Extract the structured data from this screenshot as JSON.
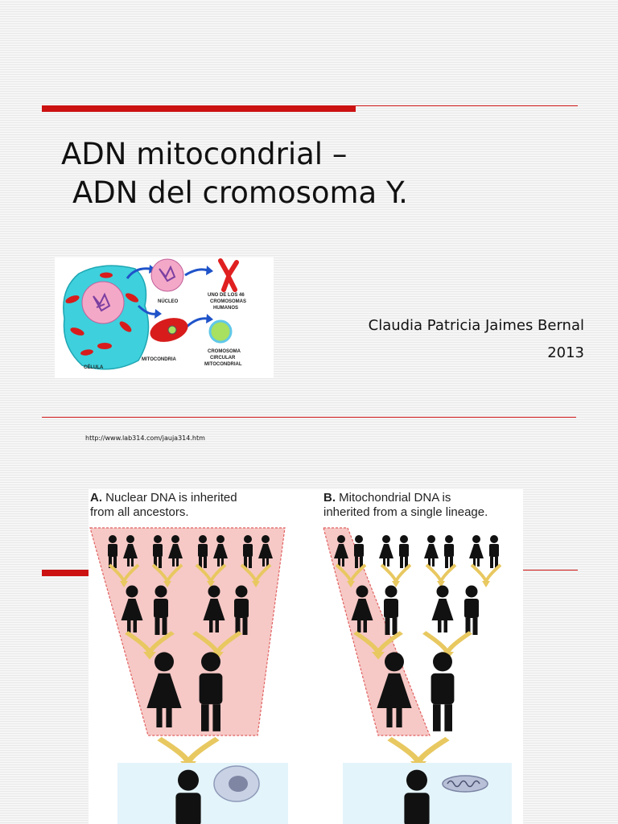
{
  "slide": {
    "title_line1": "ADN mitocondrial –",
    "title_line2": "ADN del cromosoma Y.",
    "author": "Claudia Patricia Jaimes Bernal",
    "year": "2013",
    "source_url": "http://www.lab314.com/jauja314.htm"
  },
  "cell_diagram": {
    "cell_label": "CÉLULA",
    "nucleus_label": "NÚCLEO",
    "mitochondria_label": "MITOCONDRIA",
    "chromosome_label": [
      "UNO DE LOS 46",
      "CROMOSOMAS",
      "HUMANOS"
    ],
    "mito_chromosome_label": [
      "CROMOSOMA",
      "CIRCULAR",
      "MITOCONDRIAL"
    ]
  },
  "inheritance_figure": {
    "a_letter": "A.",
    "a_text_line1": "Nuclear DNA is inherited",
    "a_text_line2": "from all ancestors.",
    "b_letter": "B.",
    "b_text_line1": "Mitochondrial DNA is",
    "b_text_line2": "inherited from a single lineage."
  },
  "colors": {
    "accent_red": "#cc1111",
    "cell_cyan": "#3ed0dc",
    "highlight_pink": "#f6c9c6"
  }
}
